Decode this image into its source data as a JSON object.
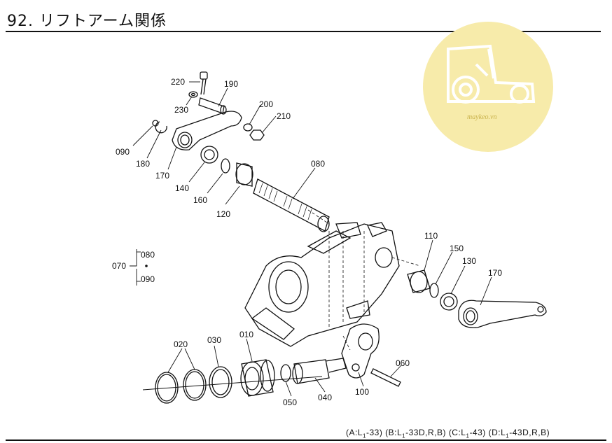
{
  "header": {
    "title": "92. リフトアーム関係"
  },
  "watermark": {
    "text": "maykeo.vn",
    "color": "#f7ebaa"
  },
  "labels": {
    "l220": "220",
    "l190": "190",
    "l230": "230",
    "l200": "200",
    "l210": "210",
    "l090a": "090",
    "l180": "180",
    "l170a": "170",
    "l140": "140",
    "l160": "160",
    "l120": "120",
    "l080": "080",
    "l070": "070",
    "l080b": "080",
    "l090b": "090",
    "l110": "110",
    "l150": "150",
    "l130": "130",
    "l170b": "170",
    "l020": "020",
    "l030": "030",
    "l010": "010",
    "l060": "060",
    "l050": "050",
    "l040": "040",
    "l100": "100"
  },
  "footer": {
    "a_pre": "(A:L",
    "a_sub": "1",
    "a_post": "-33)",
    "b_pre": "(B:L",
    "b_sub": "1",
    "b_post": "-33D,R,B)",
    "c_pre": "(C:L",
    "c_sub": "1",
    "c_post": "-43)",
    "d_pre": "(D:L",
    "d_sub": "1",
    "d_post": "-43D,R,B)"
  }
}
